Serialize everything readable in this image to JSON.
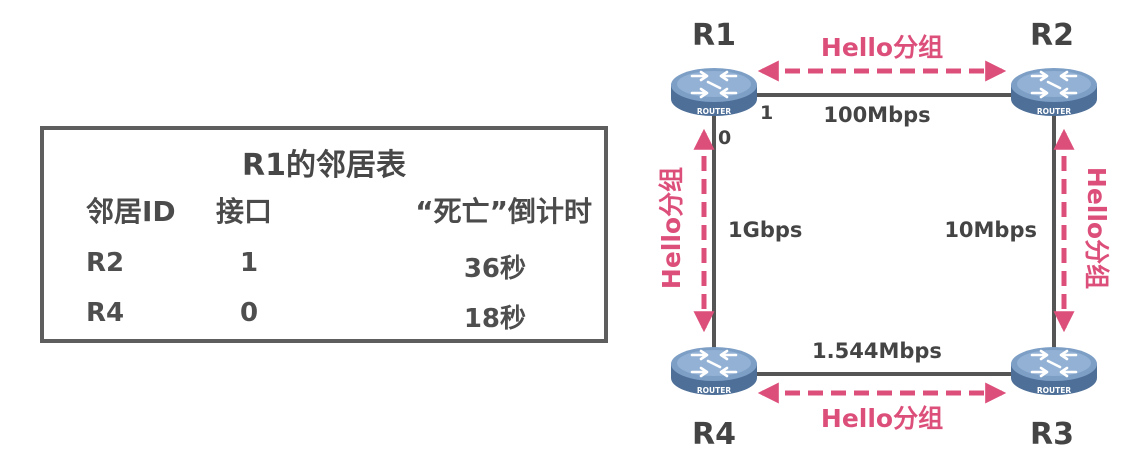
{
  "table": {
    "title": "R1的邻居表",
    "headers": [
      "邻居ID",
      "接口",
      "“死亡”倒计时"
    ],
    "rows": [
      {
        "neighbor": "R2",
        "interface": "1",
        "dead_timer": "36秒"
      },
      {
        "neighbor": "R4",
        "interface": "0",
        "dead_timer": "18秒"
      }
    ]
  },
  "topology": {
    "routers": {
      "r1": "R1",
      "r2": "R2",
      "r3": "R3",
      "r4": "R4"
    },
    "router_badge": "ROUTER",
    "links": {
      "r1_r2": "100Mbps",
      "r1_r4": "1Gbps",
      "r2_r3": "10Mbps",
      "r4_r3": "1.544Mbps"
    },
    "ports": {
      "r1_right": "1",
      "r1_bottom": "0"
    },
    "hello_label": "Hello分组"
  },
  "colors": {
    "hello": "#dd4f7b",
    "link": "#555555",
    "router_top": "#7d9fc6",
    "router_side": "#4d6f98",
    "table_border": "#5e5e5e"
  }
}
